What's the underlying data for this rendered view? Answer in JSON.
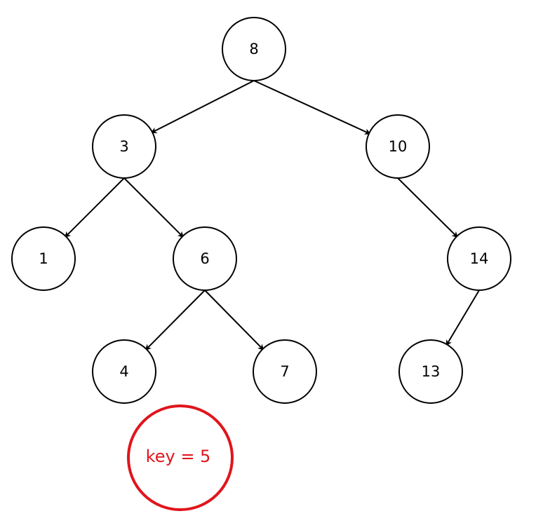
{
  "colors": {
    "node_stroke": "#000000",
    "node_fill": "#ffffff",
    "edge": "#000000",
    "key_accent": "#e0151c"
  },
  "tree": {
    "nodes": [
      {
        "id": "n8",
        "label": "8"
      },
      {
        "id": "n3",
        "label": "3"
      },
      {
        "id": "n10",
        "label": "10"
      },
      {
        "id": "n1",
        "label": "1"
      },
      {
        "id": "n6",
        "label": "6"
      },
      {
        "id": "n14",
        "label": "14"
      },
      {
        "id": "n4",
        "label": "4"
      },
      {
        "id": "n7",
        "label": "7"
      },
      {
        "id": "n13",
        "label": "13"
      }
    ],
    "edges": [
      {
        "from": "n8",
        "to": "n3"
      },
      {
        "from": "n8",
        "to": "n10"
      },
      {
        "from": "n3",
        "to": "n1"
      },
      {
        "from": "n3",
        "to": "n6"
      },
      {
        "from": "n10",
        "to": "n14"
      },
      {
        "from": "n6",
        "to": "n4"
      },
      {
        "from": "n6",
        "to": "n7"
      },
      {
        "from": "n14",
        "to": "n13"
      }
    ]
  },
  "key": {
    "label": "key = 5"
  }
}
